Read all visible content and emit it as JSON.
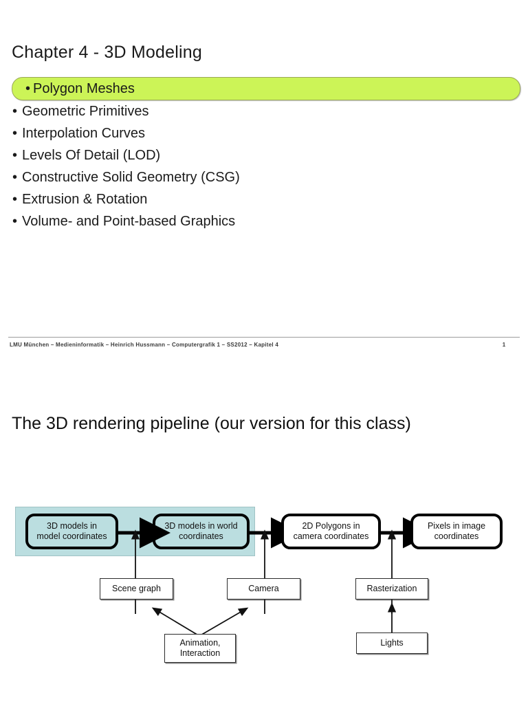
{
  "document": {
    "kind": "lecture-slides",
    "page_count_visible": 2
  },
  "slide1": {
    "title": "Chapter 4 - 3D Modeling",
    "agenda": [
      {
        "label": "Polygon Meshes",
        "bullet": "•",
        "highlighted": true
      },
      {
        "label": "Geometric Primitives",
        "bullet": "•",
        "highlighted": false
      },
      {
        "label": "Interpolation Curves",
        "bullet": "•",
        "highlighted": false
      },
      {
        "label": "Levels Of Detail (LOD)",
        "bullet": "•",
        "highlighted": false
      },
      {
        "label": "Constructive Solid Geometry (CSG)",
        "bullet": "•",
        "highlighted": false
      },
      {
        "label": "Extrusion & Rotation",
        "bullet": "•",
        "highlighted": false
      },
      {
        "label": "Volume- and Point-based Graphics",
        "bullet": "•",
        "highlighted": false
      }
    ],
    "footer": {
      "text": "LMU München – Medieninformatik – Heinrich Hussmann – Computergrafik 1 – SS2012 – Kapitel 4",
      "page_number": "1"
    },
    "colors": {
      "highlight_fill": "#ccf457",
      "highlight_border": "#9aa858",
      "text": "#1a1a1a"
    }
  },
  "slide2": {
    "title": "The 3D rendering pipeline (our version for this class)",
    "diagram": {
      "pipeline_stages": [
        {
          "id": "stage-model",
          "line1": "3D models in",
          "line2": "model coordinates",
          "inside_panel": true
        },
        {
          "id": "stage-world",
          "line1": "3D models in world",
          "line2": "coordinates",
          "inside_panel": true
        },
        {
          "id": "stage-camera",
          "line1": "2D Polygons in",
          "line2": "camera coordinates",
          "inside_panel": false
        },
        {
          "id": "stage-image",
          "line1": "Pixels in image",
          "line2": "coordinates",
          "inside_panel": false
        }
      ],
      "inputs": [
        {
          "id": "input-scene-graph",
          "line1": "Scene graph",
          "line2": ""
        },
        {
          "id": "input-camera",
          "line1": "Camera",
          "line2": ""
        },
        {
          "id": "input-rasterization",
          "line1": "Rasterization",
          "line2": ""
        },
        {
          "id": "input-animation",
          "line1": "Animation,",
          "line2": "Interaction"
        },
        {
          "id": "input-lights",
          "line1": "Lights",
          "line2": ""
        }
      ],
      "panel_label": "world-coordinate group",
      "colors": {
        "panel_fill": "#bbdee0",
        "panel_border": "#9fc2c4",
        "box_border": "#000000",
        "arrow": "#000000"
      }
    }
  }
}
